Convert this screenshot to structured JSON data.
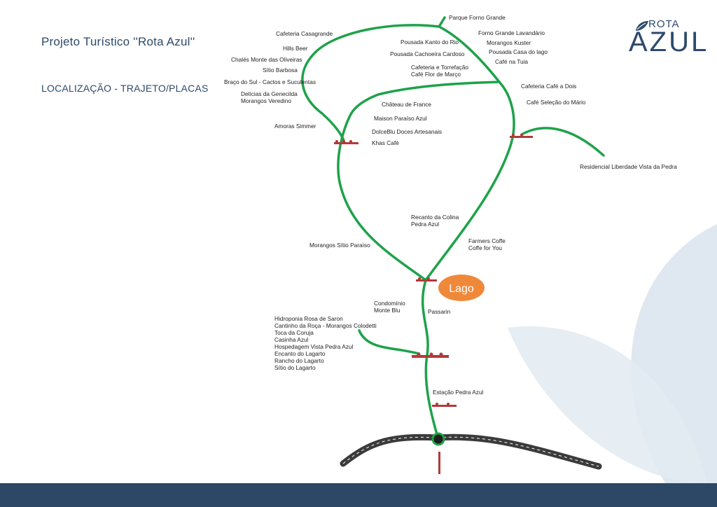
{
  "header": {
    "title": "Projeto Turístico ''Rota Azul''",
    "subtitle": "LOCALIZAÇÃO - TRAJETO/PLACAS"
  },
  "logo": {
    "small_text": "ROTA",
    "big_text": "AZUL"
  },
  "lake": {
    "label": "Lago"
  },
  "colors": {
    "route": "#1ea24a",
    "sign": "#b23a3a",
    "road": "#3b3b3b",
    "lake": "#f0883a",
    "brand": "#2d4a6b",
    "leaf": "#d4e0ea",
    "footer": "#2c4866"
  },
  "places": {
    "parque_forno_grande": "Parque Forno Grande",
    "cafeteria_casagrande": "Cafeteria Casagrande",
    "hills_beer": "Hills Beer",
    "chales_oliveiras": "Chalés Monte das Oliveiras",
    "sitio_barbosa": "Sítio Barbosa",
    "braco_do_sul": "Braço do Sul - Cactos e Suculentas",
    "delicias": "Delícias da Genecilda",
    "morangos_veredino": "Morangos Veredino",
    "amoras_simmer": "Amoras Simmer",
    "pousada_kanto": "Pousada Kanto do Rio",
    "pousada_cachoeira": "Pousada Cachoeira Cardoso",
    "cafeteria_torrefacao": "Cafeteria e Torrefação",
    "cafe_flor": "Café Flor de Março",
    "forno_lavandario": "Forno Grande Lavandário",
    "morangos_kuster": "Morangos Kuster",
    "pousada_casa_lago": "Pousada Casa do lago",
    "cafe_tuia": "Café na Tuia",
    "cafeteria_cafe_dois": "Cafeteria Café a Dois",
    "cafe_selecao": "Café Seleção do Mário",
    "chateau": "Château de France",
    "maison": "Maison Paraíso Azul",
    "dolceblu": "DolceBlu Doces Artesanais",
    "khas": "Khas Café",
    "residencial": "Residencial Liberdade Vista da Pedra",
    "recanto": "Recanto da Colina",
    "pedra_azul": "Pedra Azul",
    "farmers": "Farmers Coffe",
    "coffe_for_you": "Coffe for You",
    "morangos_paraiso": "Morangos Sítio Paraíso",
    "condominio": "Condomínio",
    "monte_blu": "Monte Blu",
    "passarin": "Passarin",
    "hidroponia": "Hidroponia Rosa de Saron",
    "cantinho": "Cantinho da Roça - Morangos Colodetti",
    "toca": "Toca da Coruja",
    "casinha": "Casinha Azul",
    "hospedagem": "Hospedagem Vista Pedra Azul",
    "encanto": "Encanto do Lagarto",
    "rancho": "Rancho do Lagarto",
    "sitio_lagarto": "Sítio do Lagarto",
    "estacao": "Estação Pedra Azul"
  }
}
